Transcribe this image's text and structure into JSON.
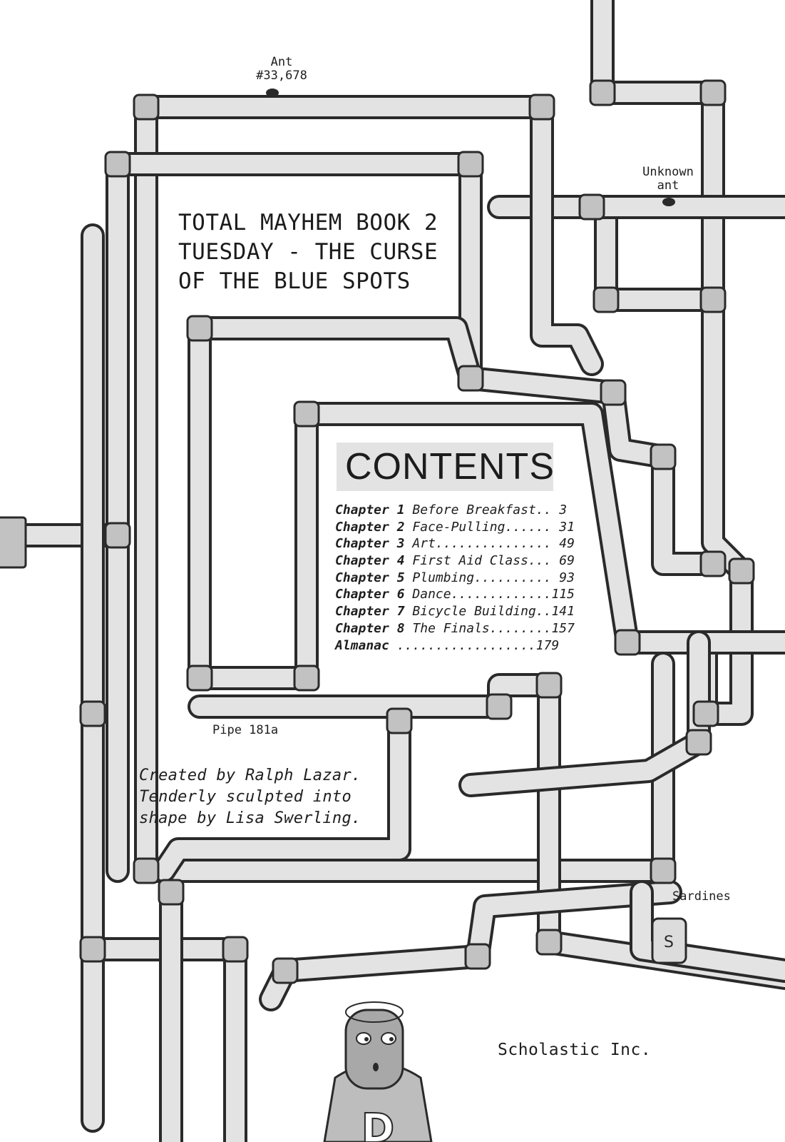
{
  "book": {
    "title_lines": [
      "TOTAL MAYHEM BOOK 2",
      "TUESDAY - THE CURSE",
      "OF THE BLUE SPOTS"
    ]
  },
  "contents": {
    "heading": "CONTENTS",
    "entries": [
      {
        "label": "Chapter 1",
        "title": "Before Breakfast.. 3"
      },
      {
        "label": "Chapter 2",
        "title": "Face-Pulling...... 31"
      },
      {
        "label": "Chapter 3",
        "title": "Art............... 49"
      },
      {
        "label": "Chapter 4",
        "title": "First Aid Class... 69"
      },
      {
        "label": "Chapter 5",
        "title": "Plumbing.......... 93"
      },
      {
        "label": "Chapter 6",
        "title": "Dance.............115"
      },
      {
        "label": "Chapter 7",
        "title": "Bicycle Building..141"
      },
      {
        "label": "Chapter 8",
        "title": "The Finals........157"
      },
      {
        "label": "Almanac",
        "title": " ..................179"
      }
    ]
  },
  "credits": {
    "lines": [
      "Created by Ralph Lazar.",
      "Tenderly sculpted into",
      "shape by Lisa Swerling."
    ]
  },
  "labels": {
    "ant_line1": "Ant",
    "ant_line2": "#33,678",
    "unknown_line1": "Unknown",
    "unknown_line2": "ant",
    "pipe": "Pipe 181a",
    "sardines": "Sardines",
    "sardine_can_letter": "S"
  },
  "publisher": "Scholastic Inc.",
  "character": {
    "shirt_letter": "D"
  },
  "colors": {
    "pipe_fill": "#e3e3e3",
    "joint_fill": "#c2c2c2",
    "outline": "#2a2a2a"
  }
}
